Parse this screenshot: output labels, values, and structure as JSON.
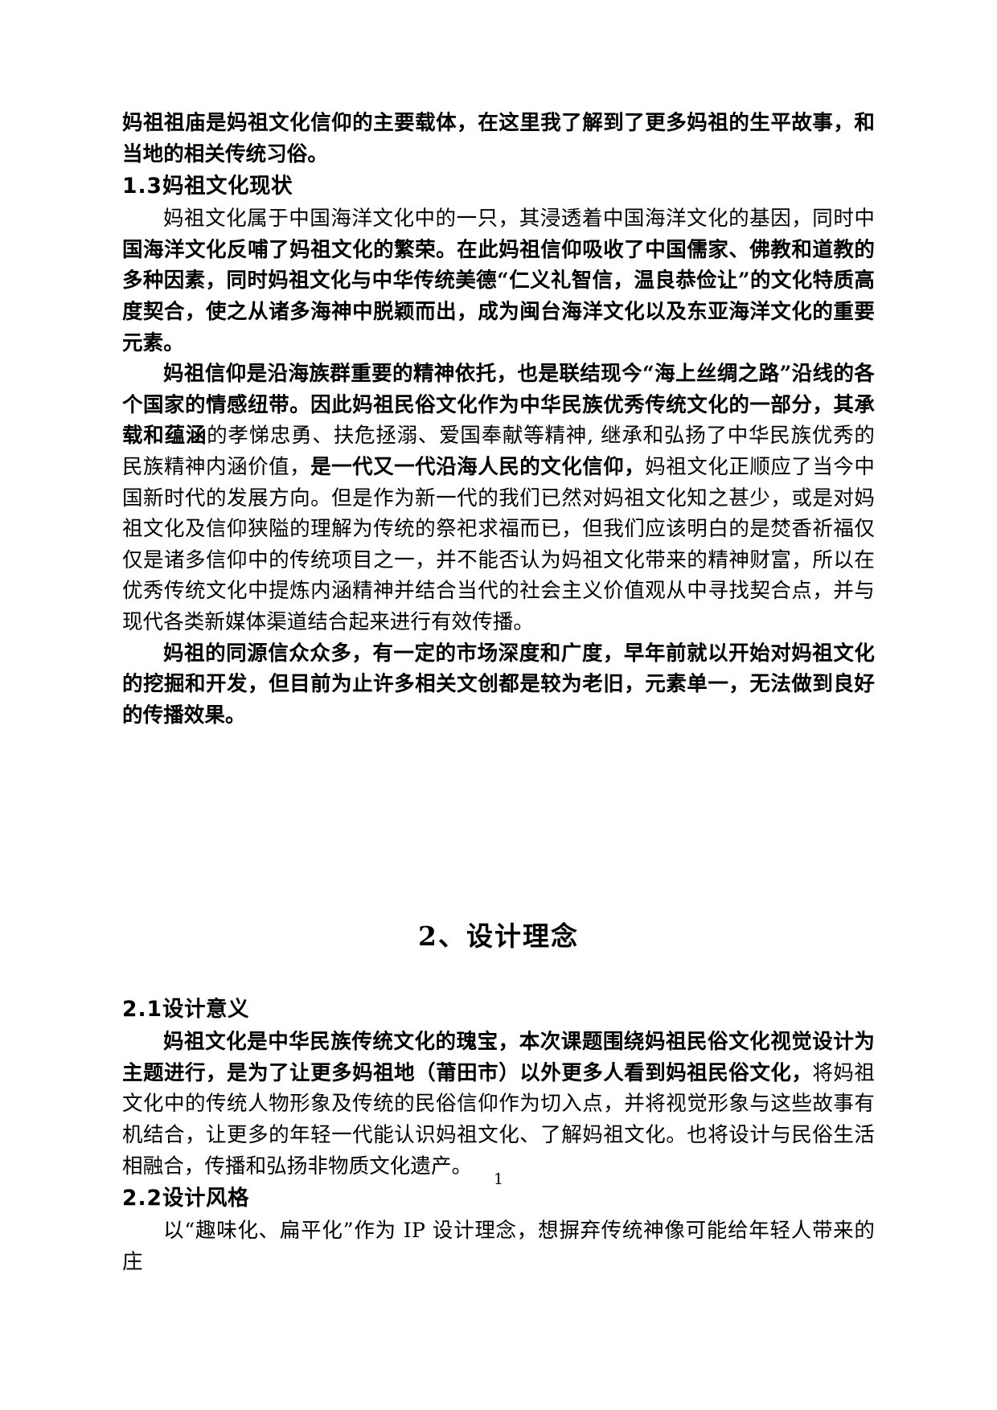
{
  "document": {
    "page_number": "1",
    "blocks": [
      {
        "id": "p_intro",
        "type": "paragraph",
        "indent": false,
        "runs": [
          {
            "weight": "bold",
            "text": "妈祖祖庙是妈祖文化信仰的主要载体，在这里我了解到了更多妈祖的生平故事，和当地的相关传统习俗。"
          }
        ]
      },
      {
        "id": "h_1_3",
        "type": "heading2",
        "number": "1.3",
        "title": "妈祖文化现状"
      },
      {
        "id": "p_1_3_a",
        "type": "paragraph",
        "indent": true,
        "runs": [
          {
            "weight": "normal",
            "text": "妈祖文化属于中国海洋文化中的一只，其浸透着中国海洋文化的基因，同时中"
          },
          {
            "weight": "bold",
            "text": "国海洋文化反哺了妈祖文化的繁荣。在此妈祖信仰吸收了中国儒家、佛教和道教的多种因素，同时妈祖文化与中华传统美德“仁义礼智信，温良恭俭让”的文化特质高度契合，使之从诸多海神中脱颖而出，成为闽台海洋文化以及东亚海洋文化的重要元素。"
          }
        ]
      },
      {
        "id": "p_1_3_b",
        "type": "paragraph",
        "indent": true,
        "runs": [
          {
            "weight": "bold",
            "text": "妈祖信仰是沿海族群重要的精神依托，也是联结现今“海上丝绸之路”沿线的各个国家的情感纽带。因此妈祖民俗文化作为中华民族优秀传统文化的一部分，其承载和蕴涵"
          },
          {
            "weight": "normal",
            "text": "的孝悌忠勇、扶危拯溺、爱国奉献等精神, 继承和弘扬了中华民族优秀的民族精神内涵价值，"
          },
          {
            "weight": "bold",
            "text": "是一代又一代沿海人民的文化信仰，"
          },
          {
            "weight": "normal",
            "text": "妈祖文化正顺应了当今中国新时代的发展方向。但是作为新一代的我们已然对妈祖文化知之甚少，或是对妈祖文化及信仰狭隘的理解为传统的祭祀求福而已，但我们应该明白的是焚香祈福仅仅是诸多信仰中的传统项目之一，并不能否认为妈祖文化带来的精神财富，所以在优秀传统文化中提炼内涵精神并结合当代的社会主义价值观从中寻找契合点，并与现代各类新媒体渠道结合起来进行有效传播。"
          }
        ]
      },
      {
        "id": "p_1_3_c",
        "type": "paragraph",
        "indent": true,
        "runs": [
          {
            "weight": "bold",
            "text": "妈祖的同源信众众多，有一定的市场深度和广度，早年前就以开始对妈祖文化的挖掘和开发，但目前为止许多相关文创都是较为老旧，元素单一，无法做到良好的传播效果。"
          }
        ]
      },
      {
        "id": "h_chapter_2",
        "type": "heading1",
        "title": "2、设计理念"
      },
      {
        "id": "h_2_1",
        "type": "heading2",
        "number": "2.1",
        "title": "设计意义"
      },
      {
        "id": "p_2_1",
        "type": "paragraph",
        "indent": true,
        "runs": [
          {
            "weight": "bold",
            "text": "妈祖文化是中华民族传统文化的瑰宝，本次课题围绕妈祖民俗文化视觉设计为主题进行，是为了让更多妈祖地（莆田市）以外更多人看到妈祖民俗文化，"
          },
          {
            "weight": "normal",
            "text": "将妈祖文化中的传统人物形象及传统的民俗信仰作为切入点，并将视觉形象与这些故事有机结合，让更多的年轻一代能认识妈祖文化、了解妈祖文化。也将设计与民俗生活相融合，传播和弘扬非物质文化遗产。"
          }
        ]
      },
      {
        "id": "h_2_2",
        "type": "heading2",
        "number": "2.2",
        "title": "设计风格"
      },
      {
        "id": "p_2_2",
        "type": "paragraph",
        "indent": true,
        "runs": [
          {
            "weight": "normal",
            "text": "以“趣味化、扁平化”作为 IP 设计理念，想摒弃传统神像可能给年轻人带来的庄"
          }
        ]
      }
    ]
  }
}
